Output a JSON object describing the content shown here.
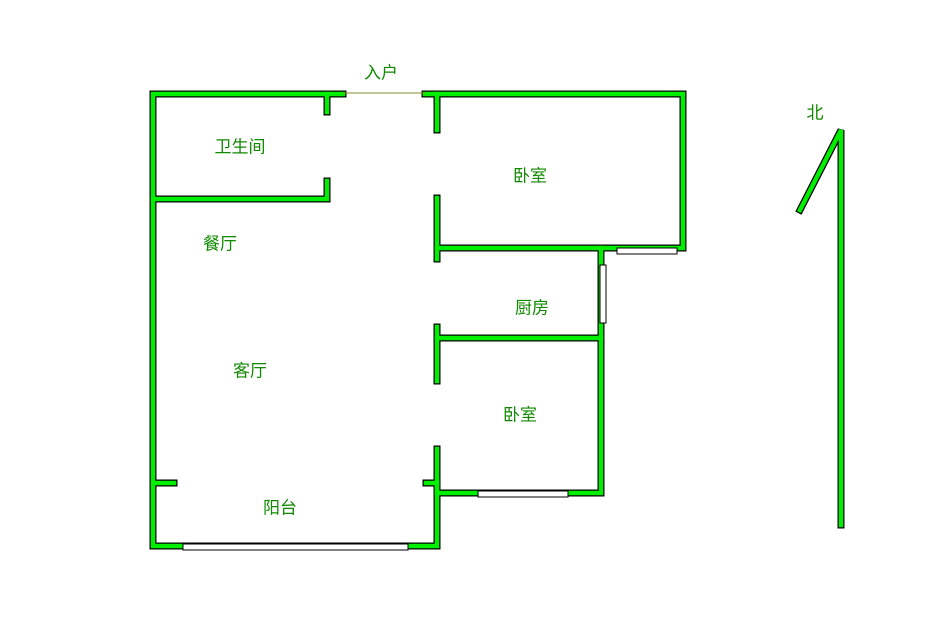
{
  "plan": {
    "entrance": "入户",
    "rooms": {
      "bathroom": "卫生间",
      "bedroom_north": "卧室",
      "dining": "餐厅",
      "kitchen": "厨房",
      "living": "客厅",
      "bedroom_south": "卧室",
      "balcony": "阳台"
    },
    "north": "北"
  },
  "colors": {
    "wall": "#00ee00",
    "outline": "#000000",
    "text": "#108a00"
  }
}
